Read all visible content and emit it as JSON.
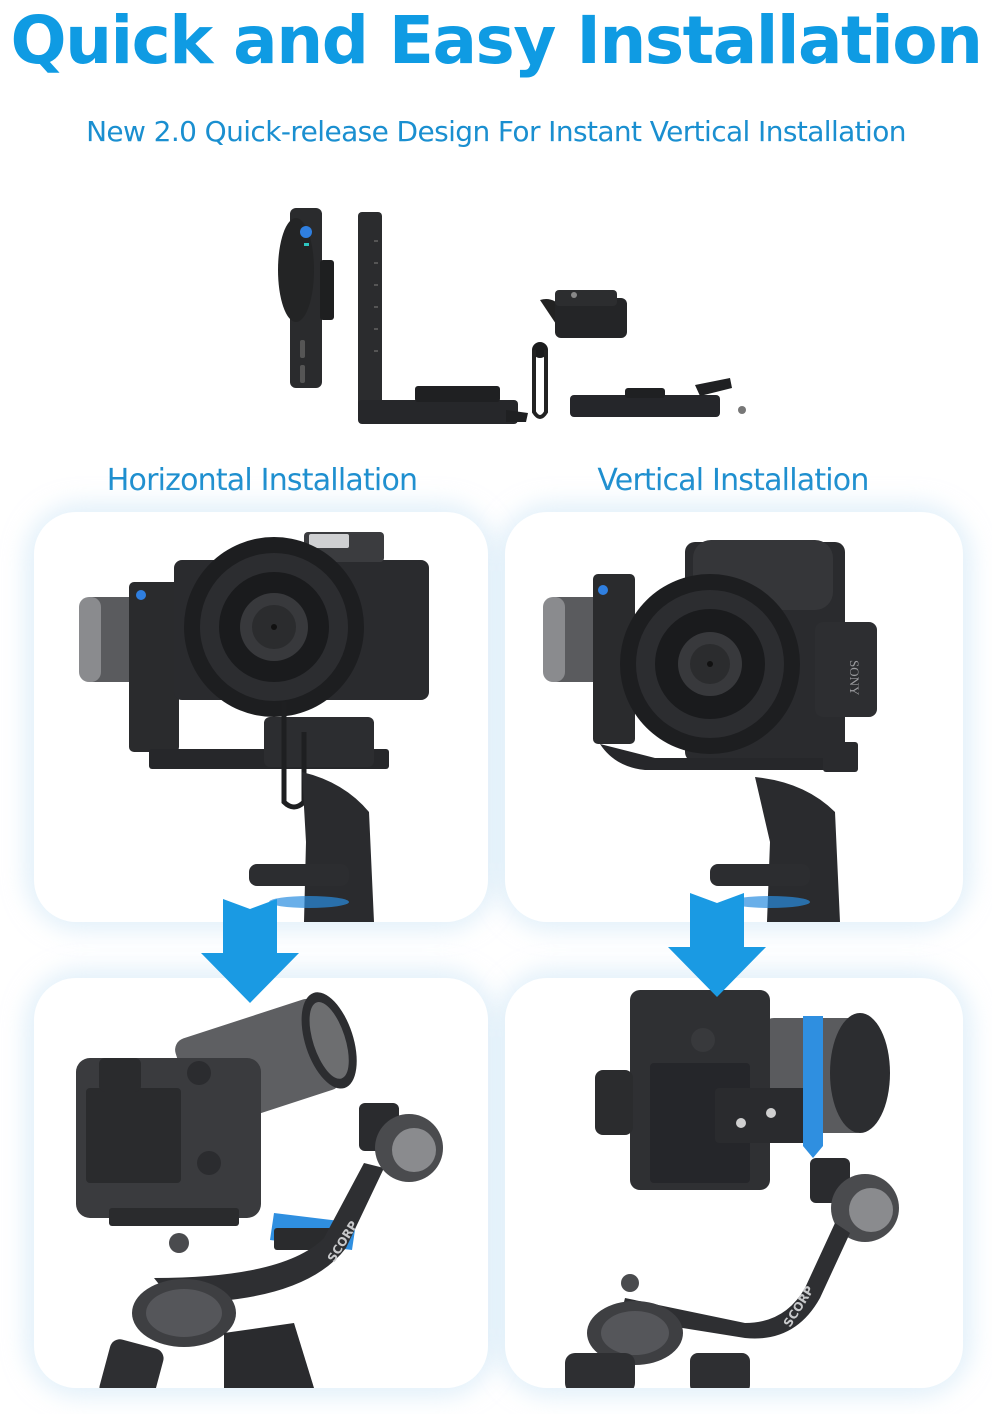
{
  "header": {
    "title": "Quick and Easy Installation",
    "subtitle": "New 2.0 Quick-release Design For Instant Vertical Installation"
  },
  "accessories_image": {
    "description": "Quick-release plate components: vertical battery grip, L-bracket, clamp with lever, horizontal quick-release plate",
    "icon": "quick-release-parts"
  },
  "sections": [
    {
      "label": "Horizontal Installation",
      "before_image": "gimbal-camera-horizontal-front",
      "after_image": "camera-detached-horizontal-plate",
      "brand_text": "SCORP"
    },
    {
      "label": "Vertical Installation",
      "before_image": "gimbal-camera-vertical-front",
      "after_image": "camera-detached-vertical-plate",
      "camera_brand_text": "SONY",
      "brand_text": "SCORP"
    }
  ],
  "colors": {
    "title": "#0f9be3",
    "subtitle": "#1a8fd0",
    "label": "#1e8fcf",
    "arrow": "#1a9ae3",
    "accent_plate": "#2f8fe0",
    "panel_glow": "#e6f3fb"
  }
}
